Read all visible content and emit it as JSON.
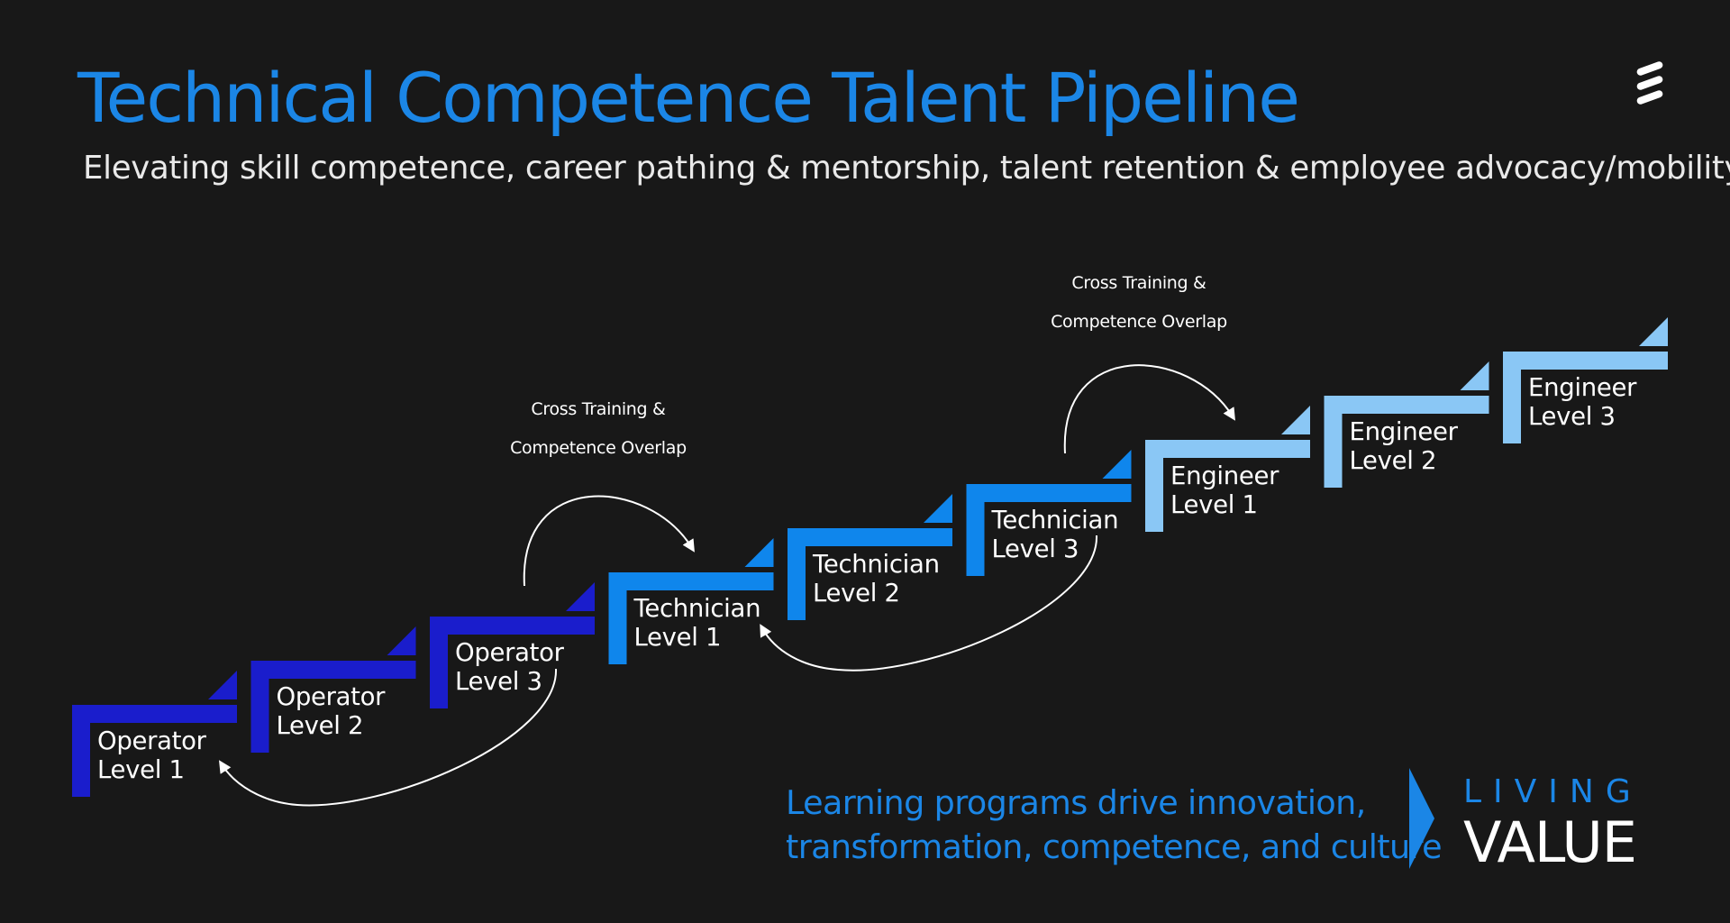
{
  "title": "Technical Competence Talent Pipeline",
  "subtitle": "Elevating skill competence, career pathing & mentorship, talent retention & employee advocacy/mobility",
  "colors": {
    "background": "#181818",
    "accent": "#1b86e6",
    "operator": "#1a1dcc",
    "technician": "#0f86ec",
    "engineer": "#8ac7f5"
  },
  "steps": [
    {
      "line1": "Operator",
      "line2": "Level 1",
      "group": "operator"
    },
    {
      "line1": "Operator",
      "line2": "Level 2",
      "group": "operator"
    },
    {
      "line1": "Operator",
      "line2": "Level 3",
      "group": "operator"
    },
    {
      "line1": "Technician",
      "line2": "Level 1",
      "group": "technician"
    },
    {
      "line1": "Technician",
      "line2": "Level 2",
      "group": "technician"
    },
    {
      "line1": "Technician",
      "line2": "Level 3",
      "group": "technician"
    },
    {
      "line1": "Engineer",
      "line2": "Level 1",
      "group": "engineer"
    },
    {
      "line1": "Engineer",
      "line2": "Level 2",
      "group": "engineer"
    },
    {
      "line1": "Engineer",
      "line2": "Level 3",
      "group": "engineer"
    }
  ],
  "cross_training": [
    {
      "line1": "Cross Training &",
      "line2": "Competence Overlap"
    },
    {
      "line1": "Cross Training &",
      "line2": "Competence Overlap"
    }
  ],
  "tagline": {
    "line1": "Learning programs drive innovation,",
    "line2": "transformation, competence, and culture"
  },
  "brand": {
    "living": "LIVING",
    "value": "VALUE",
    "logo_icon": "ericsson-logo-icon"
  }
}
